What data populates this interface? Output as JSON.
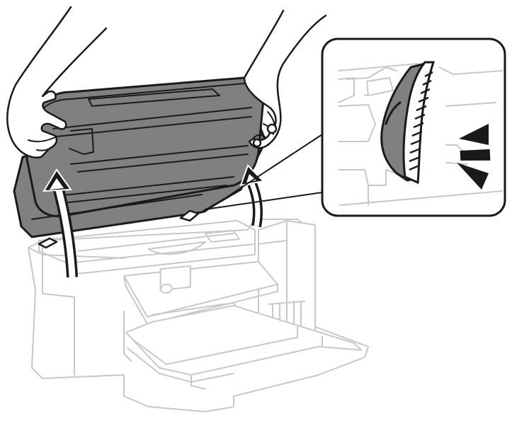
{
  "illustration": {
    "icons": {
      "printer": "printer-body",
      "scanner_lid": "scanner-unit-raised",
      "hands": "hands-lifting",
      "lift_arrows": "curved-up-arrow",
      "callout": "magnified-detail",
      "click_sound": "click-sound-marks"
    },
    "colors": {
      "outline_dark": "#1a1a1a",
      "outline_light": "#c8c8c8",
      "scanner_fill": "#808080",
      "background": "#ffffff"
    }
  }
}
